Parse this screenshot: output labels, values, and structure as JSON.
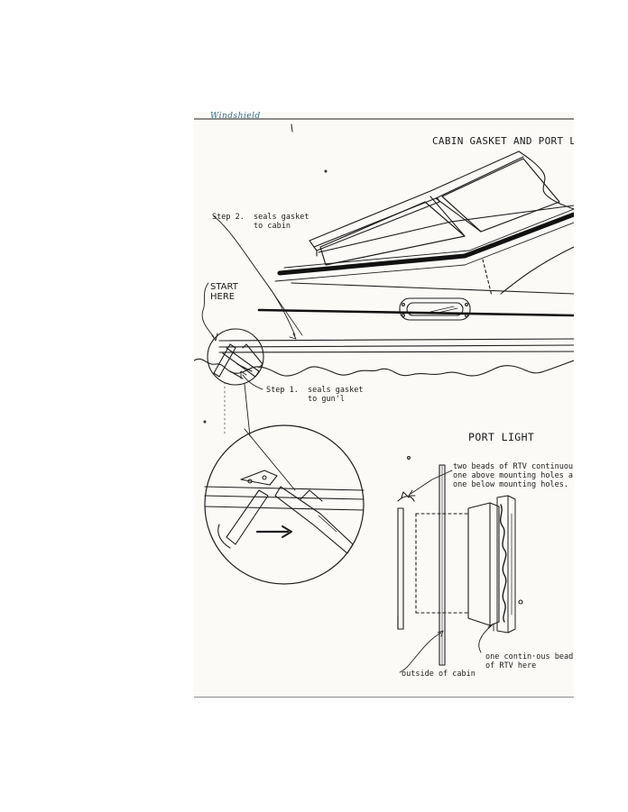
{
  "handwritten_note": "Windshield",
  "diagram_title": "CABIN GASKET AND PORT L",
  "callouts": {
    "step2": "Step 2.  seals gasket\n         to cabin",
    "start_here": "START\nHERE",
    "step1": "Step 1.  seals gasket\n         to gun'l"
  },
  "port_light": {
    "heading": "PORT LIGHT",
    "note_top": "two beads of RTV continuous\none above mounting holes ar\none below mounting holes.",
    "note_inner": "one contin·ous bead\nof RTV here",
    "note_outside": "outside of cabin"
  }
}
